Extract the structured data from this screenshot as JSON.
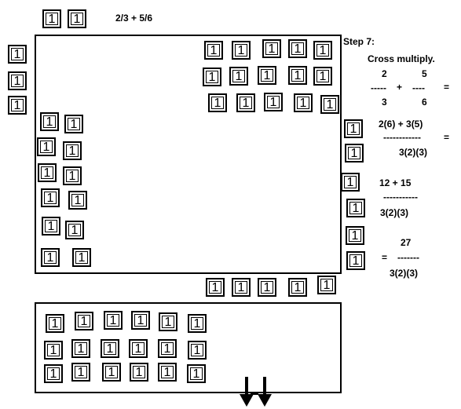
{
  "tile_label": "1",
  "header": {
    "expression": "2/3 + 5/6"
  },
  "steps": {
    "title": "Step 7:",
    "subtitle": "Cross multiply.",
    "eq1": {
      "num_left": "2",
      "num_right": "5",
      "bar_left": "-----",
      "plus": "+",
      "bar_right": "----",
      "den_left": "3",
      "den_right": "6",
      "equals": "="
    },
    "eq2": {
      "num": "2(6) + 3(5)",
      "bar": "------------",
      "den": "3(2)(3)",
      "equals": "="
    },
    "eq3": {
      "num": "12 + 15",
      "bar": "-----------",
      "den": "3(2)(3)"
    },
    "eq4": {
      "num": "27",
      "equals": "=",
      "bar": "-------",
      "den": "3(2)(3)"
    }
  },
  "colors": {
    "ink": "#000000",
    "paper": "#ffffff"
  }
}
